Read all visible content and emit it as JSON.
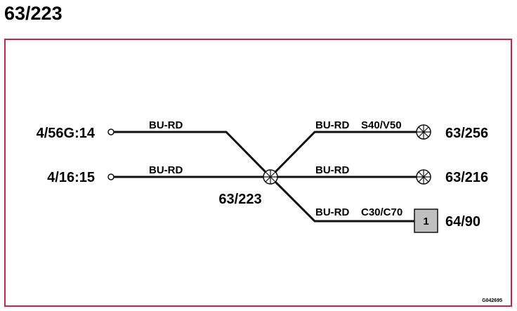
{
  "title": "63/223",
  "frame_color": "#c8234a",
  "diagram": {
    "center_connector": "63/223",
    "left_wires": [
      {
        "terminal": "4/56G:14",
        "color_code": "BU-RD"
      },
      {
        "terminal": "4/16:15",
        "color_code": "BU-RD"
      }
    ],
    "right_wires": [
      {
        "color_code": "BU-RD",
        "variant": "S40/V50",
        "endpoint": "63/256",
        "endpoint_icon": "splice-icon"
      },
      {
        "color_code": "BU-RD",
        "variant": "",
        "endpoint": "63/216",
        "endpoint_icon": "splice-icon"
      },
      {
        "color_code": "BU-RD",
        "variant": "C30/C70",
        "endpoint": "64/90",
        "endpoint_icon": "component-box",
        "box_label": "1",
        "box_color": "#c0c0c0"
      }
    ],
    "figure_code": "G042695"
  }
}
